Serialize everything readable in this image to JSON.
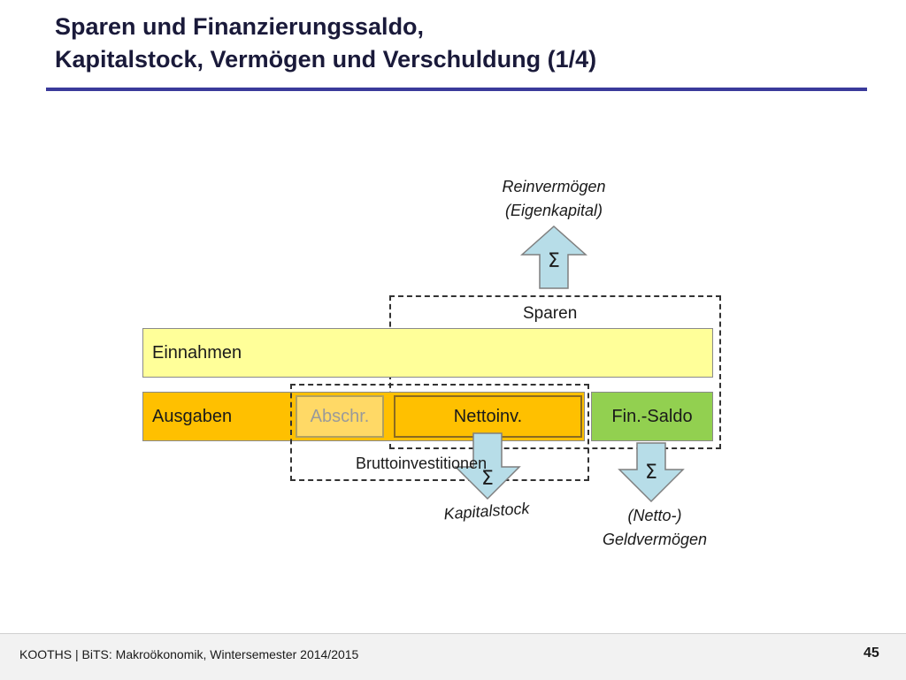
{
  "slide": {
    "title_line1": "Sparen und Finanzierungssaldo,",
    "title_line2": "Kapitalstock, Vermögen und Verschuldung (1/4)"
  },
  "diagram": {
    "einnahmen": "Einnahmen",
    "ausgaben": "Ausgaben",
    "abschr": "Abschr.",
    "nettoinv": "Nettoinv.",
    "fin_saldo": "Fin.-Saldo",
    "sparen": "Sparen",
    "bruttoinvestitionen": "Bruttoinvestitionen",
    "sigma": "Σ",
    "reinvermoegen_line1": "Reinvermögen",
    "reinvermoegen_line2": "(Eigenkapital)",
    "kapitalstock": "Kapitalstock",
    "geldvermoegen_line1": "(Netto-)",
    "geldvermoegen_line2": "Geldvermögen",
    "colors": {
      "einnahmen_fill": "#ffff99",
      "ausgaben_fill": "#ffc000",
      "fin_saldo_fill": "#92d050",
      "arrow_fill": "#b7dde8"
    }
  },
  "footer": {
    "text": "KOOTHS | BiTS: Makroökonomik, Wintersemester 2014/2015",
    "page": "45"
  }
}
